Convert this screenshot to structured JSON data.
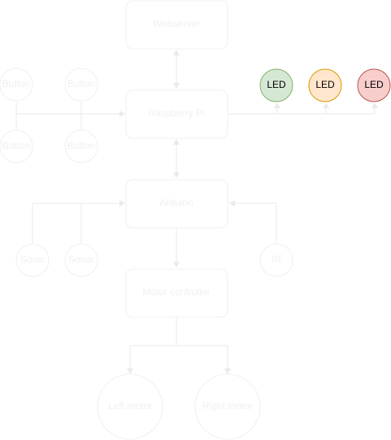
{
  "diagram": {
    "webserver": "Webserver",
    "raspberry_pi": "Raspberry Pi",
    "arduino": "Arduino",
    "motor_controller": "Motor controller",
    "left_motor": "Left motor",
    "right_motor": "Right motor",
    "button": "Button",
    "sonic": "Sonic",
    "sonar": "Sonar",
    "ir": "IR",
    "leds": [
      {
        "label": "LED",
        "fill": "#d5e8d4",
        "stroke": "#82b366"
      },
      {
        "label": "LED",
        "fill": "#ffe6cc",
        "stroke": "#d79b00"
      },
      {
        "label": "LED",
        "fill": "#f8cecc",
        "stroke": "#b85450"
      }
    ]
  }
}
